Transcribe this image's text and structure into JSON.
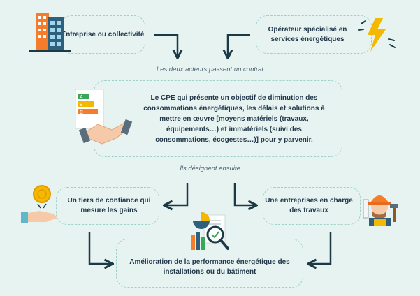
{
  "actors": {
    "client_label": "Entreprise ou collectivité",
    "operator_label": "Opérateur spécialisé en services énergétiques"
  },
  "contract_caption": "Les deux acteurs passent un contrat",
  "cpe_description": "Le CPE qui présente un objectif de diminution des consommations énergétiques, les délais et solutions à mettre en œuvre [moyens matériels (travaux, équipements…) et immatériels (suivi des consommations, écogestes…)] pour y parvenir.",
  "energy_label_letters": [
    "A",
    "B",
    "C"
  ],
  "designation_caption": "Ils désignent ensuite",
  "third_party_label": "Un tiers de confiance qui mesure les gains",
  "contractor_label": "Une entreprises en charge des travaux",
  "result_label": "Amélioration de la performance énergétique des installations ou du bâtiment",
  "colors": {
    "background": "#e7f3f1",
    "box_border": "#9fd1c6",
    "arrow": "#1b3a45",
    "text": "#22384a",
    "accent_orange": "#f47c2a",
    "accent_yellow": "#f5b800"
  }
}
